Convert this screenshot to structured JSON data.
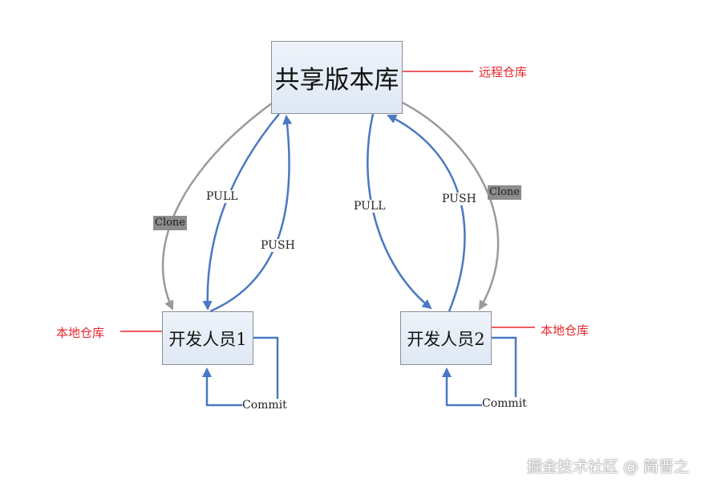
{
  "remote": {
    "label": "共享版本库",
    "annotation": "远程仓库"
  },
  "dev1": {
    "label": "开发人员1",
    "annotation": "本地仓库"
  },
  "dev2": {
    "label": "开发人员2",
    "annotation": "本地仓库"
  },
  "edges": {
    "pull": "PULL",
    "push": "PUSH",
    "clone": "Clone",
    "commit": "Commit"
  },
  "colors": {
    "blue": "#4a78c2",
    "gray": "#9a9a9a",
    "red": "#e8262d"
  },
  "watermark": "掘金技术社区 @ 简晋之"
}
